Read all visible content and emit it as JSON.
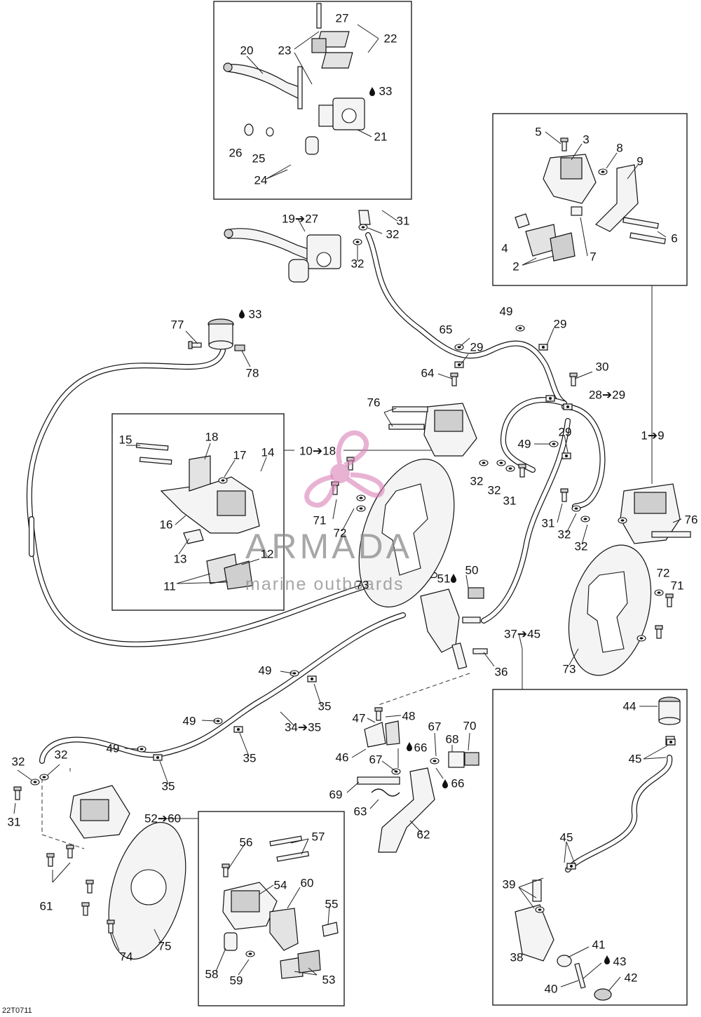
{
  "diagram_code": "22T0711",
  "watermark": {
    "brand": "ARMADA",
    "tagline": "marine outboards",
    "color": "#d97fb6"
  },
  "callouts": [
    {
      "id": "c27",
      "text": "27"
    },
    {
      "id": "c22",
      "text": "22"
    },
    {
      "id": "c20",
      "text": "20"
    },
    {
      "id": "c23",
      "text": "23"
    },
    {
      "id": "c33a",
      "text": "33"
    },
    {
      "id": "c21",
      "text": "21"
    },
    {
      "id": "c26",
      "text": "26"
    },
    {
      "id": "c25",
      "text": "25"
    },
    {
      "id": "c24",
      "text": "24"
    },
    {
      "id": "c19_27",
      "text": "19➔27"
    },
    {
      "id": "c31a",
      "text": "31"
    },
    {
      "id": "c32a",
      "text": "32"
    },
    {
      "id": "c32b",
      "text": "32"
    },
    {
      "id": "c5",
      "text": "5"
    },
    {
      "id": "c3",
      "text": "3"
    },
    {
      "id": "c8",
      "text": "8"
    },
    {
      "id": "c9",
      "text": "9"
    },
    {
      "id": "c4",
      "text": "4"
    },
    {
      "id": "c2",
      "text": "2"
    },
    {
      "id": "c7",
      "text": "7"
    },
    {
      "id": "c6",
      "text": "6"
    },
    {
      "id": "c77",
      "text": "77"
    },
    {
      "id": "c33b",
      "text": "33"
    },
    {
      "id": "c78",
      "text": "78"
    },
    {
      "id": "c49a",
      "text": "49"
    },
    {
      "id": "c29a",
      "text": "29"
    },
    {
      "id": "c65",
      "text": "65"
    },
    {
      "id": "c29b",
      "text": "29"
    },
    {
      "id": "c64",
      "text": "64"
    },
    {
      "id": "c30",
      "text": "30"
    },
    {
      "id": "c28_29",
      "text": "28➔29"
    },
    {
      "id": "c76a",
      "text": "76"
    },
    {
      "id": "c1_9",
      "text": "1➔9"
    },
    {
      "id": "c15",
      "text": "15"
    },
    {
      "id": "c18",
      "text": "18"
    },
    {
      "id": "c17",
      "text": "17"
    },
    {
      "id": "c14",
      "text": "14"
    },
    {
      "id": "c10_18",
      "text": "10➔18"
    },
    {
      "id": "c49b",
      "text": "49"
    },
    {
      "id": "c29c",
      "text": "29"
    },
    {
      "id": "c16",
      "text": "16"
    },
    {
      "id": "c13",
      "text": "13"
    },
    {
      "id": "c12",
      "text": "12"
    },
    {
      "id": "c11",
      "text": "11"
    },
    {
      "id": "c32c",
      "text": "32"
    },
    {
      "id": "c32d",
      "text": "32"
    },
    {
      "id": "c31b",
      "text": "31"
    },
    {
      "id": "c71a",
      "text": "71"
    },
    {
      "id": "c72a",
      "text": "72"
    },
    {
      "id": "c73a",
      "text": "73"
    },
    {
      "id": "c31c",
      "text": "31"
    },
    {
      "id": "c32e",
      "text": "32"
    },
    {
      "id": "c32f",
      "text": "32"
    },
    {
      "id": "c76b",
      "text": "76"
    },
    {
      "id": "c50",
      "text": "50"
    },
    {
      "id": "c51",
      "text": "51"
    },
    {
      "id": "c72b",
      "text": "72"
    },
    {
      "id": "c71b",
      "text": "71"
    },
    {
      "id": "c37_45",
      "text": "37➔45"
    },
    {
      "id": "c36",
      "text": "36"
    },
    {
      "id": "c73b",
      "text": "73"
    },
    {
      "id": "c49c",
      "text": "49"
    },
    {
      "id": "c35a",
      "text": "35"
    },
    {
      "id": "c49d",
      "text": "49"
    },
    {
      "id": "c34_35",
      "text": "34➔35"
    },
    {
      "id": "c35b",
      "text": "35"
    },
    {
      "id": "c49e",
      "text": "49"
    },
    {
      "id": "c35c",
      "text": "35"
    },
    {
      "id": "c47",
      "text": "47"
    },
    {
      "id": "c48",
      "text": "48"
    },
    {
      "id": "c67a",
      "text": "67"
    },
    {
      "id": "c70",
      "text": "70"
    },
    {
      "id": "c68",
      "text": "68"
    },
    {
      "id": "c46",
      "text": "46"
    },
    {
      "id": "c66a",
      "text": "66"
    },
    {
      "id": "c67b",
      "text": "67"
    },
    {
      "id": "c66b",
      "text": "66"
    },
    {
      "id": "c69",
      "text": "69"
    },
    {
      "id": "c63",
      "text": "63"
    },
    {
      "id": "c62",
      "text": "62"
    },
    {
      "id": "c44",
      "text": "44"
    },
    {
      "id": "c45a",
      "text": "45"
    },
    {
      "id": "c45b",
      "text": "45"
    },
    {
      "id": "c39",
      "text": "39"
    },
    {
      "id": "c38",
      "text": "38"
    },
    {
      "id": "c41",
      "text": "41"
    },
    {
      "id": "c43",
      "text": "43"
    },
    {
      "id": "c40",
      "text": "40"
    },
    {
      "id": "c42",
      "text": "42"
    },
    {
      "id": "c32g",
      "text": "32"
    },
    {
      "id": "c32h",
      "text": "32"
    },
    {
      "id": "c31d",
      "text": "31"
    },
    {
      "id": "c52_60",
      "text": "52➔60"
    },
    {
      "id": "c61",
      "text": "61"
    },
    {
      "id": "c57",
      "text": "57"
    },
    {
      "id": "c56",
      "text": "56"
    },
    {
      "id": "c54",
      "text": "54"
    },
    {
      "id": "c60",
      "text": "60"
    },
    {
      "id": "c55",
      "text": "55"
    },
    {
      "id": "c58",
      "text": "58"
    },
    {
      "id": "c59",
      "text": "59"
    },
    {
      "id": "c53",
      "text": "53"
    },
    {
      "id": "c74",
      "text": "74"
    },
    {
      "id": "c75",
      "text": "75"
    }
  ]
}
